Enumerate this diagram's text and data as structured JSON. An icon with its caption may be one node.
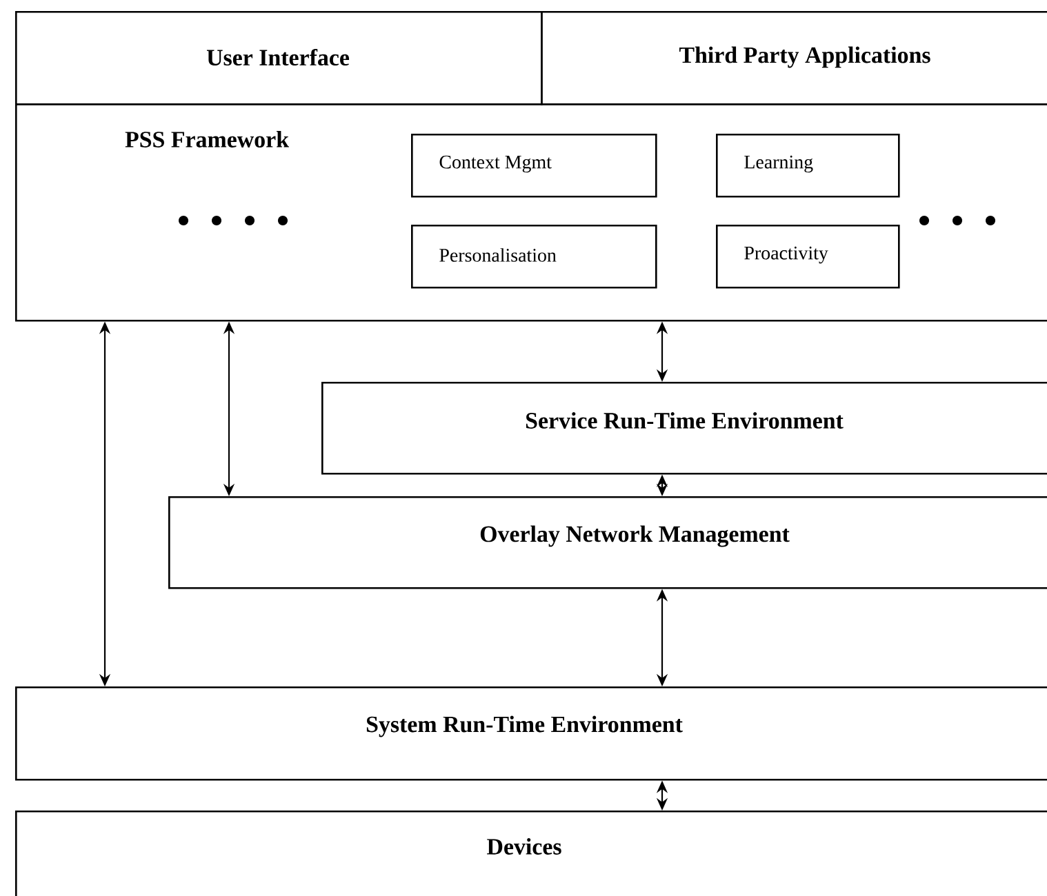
{
  "diagram": {
    "nodes": [
      {
        "text": [
          "User Interface"
        ]
      },
      {
        "text": [
          "Third Party Applications"
        ]
      },
      {
        "text": [
          "PSS Framework"
        ]
      },
      {
        "text": [
          "Context Mgmt"
        ],
        "in": 2
      },
      {
        "text": [
          "Learning"
        ],
        "in": 2
      },
      {
        "text": [
          "Personalisation"
        ],
        "in": 2
      },
      {
        "text": [
          "Proactivity"
        ],
        "in": 2
      },
      {
        "text": [
          "Service Run-Time Environment"
        ]
      },
      {
        "text": [
          "Overlay Network Management"
        ]
      },
      {
        "text": [
          "System Run-Time Environment"
        ]
      },
      {
        "text": [
          "Devices"
        ]
      }
    ],
    "edges": [
      {
        "from": 2,
        "to": 9,
        "arrow": "both"
      },
      {
        "from": 2,
        "to": 8,
        "arrow": "both"
      },
      {
        "from": 2,
        "to": 7,
        "arrow": "both"
      },
      {
        "from": 7,
        "to": 8,
        "arrow": "both"
      },
      {
        "from": 8,
        "to": 9,
        "arrow": "both"
      },
      {
        "from": 9,
        "to": 10,
        "arrow": "both"
      }
    ]
  }
}
